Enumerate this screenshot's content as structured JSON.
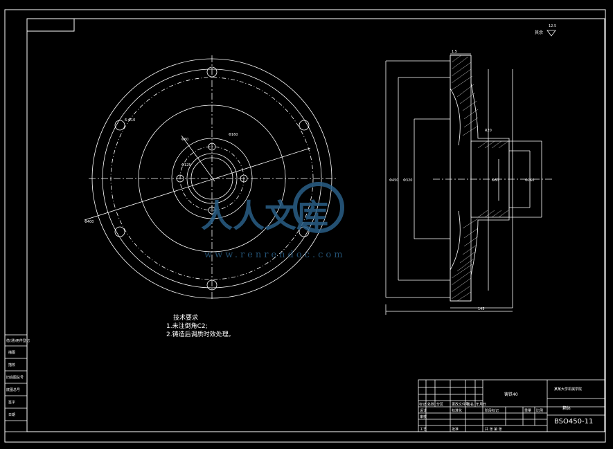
{
  "drawing": {
    "roughness_label": "其余",
    "roughness_value": "12.5",
    "tech_requirements": {
      "title": "技术要求",
      "items": [
        "1.未注倒角C2;",
        "2.铸造后调质时效处理。"
      ]
    },
    "title_block": {
      "material": "铸铁40",
      "institution": "某某大学机械学院",
      "part_name": "箱体",
      "drawing_number": "BSO450-11",
      "row_labels": [
        "标记",
        "处数",
        "分区",
        "更改文件号",
        "签名",
        "年月日"
      ],
      "design_label": "设计",
      "standardization_label": "标准化",
      "stage_label": "阶段标记",
      "weight_label": "重量",
      "scale_label": "比例",
      "review_label": "审核",
      "process_label": "工艺",
      "approve_label": "批准",
      "sheet_label": "共 张 第 张"
    },
    "side_stamp": {
      "labels": [
        "借(通)用件登记",
        "描图",
        "描校",
        "旧底图总号",
        "底图总号",
        "签字",
        "日期"
      ]
    },
    "dimension_labels": {
      "front_hole": "6-Φ10",
      "front_pcd": "Φ400",
      "front_center": "Φ160",
      "front_small": "Φ60",
      "front_inner": "Φ125",
      "side_top": "1.5",
      "side_large": "Φ450",
      "side_mid": "Φ320",
      "side_bore": "Φ160",
      "side_hub": "Φ60",
      "side_radius": "R20",
      "side_bottom": "145"
    }
  },
  "watermark": {
    "brand": "人人文库",
    "url": "www.renrendoc.com"
  }
}
